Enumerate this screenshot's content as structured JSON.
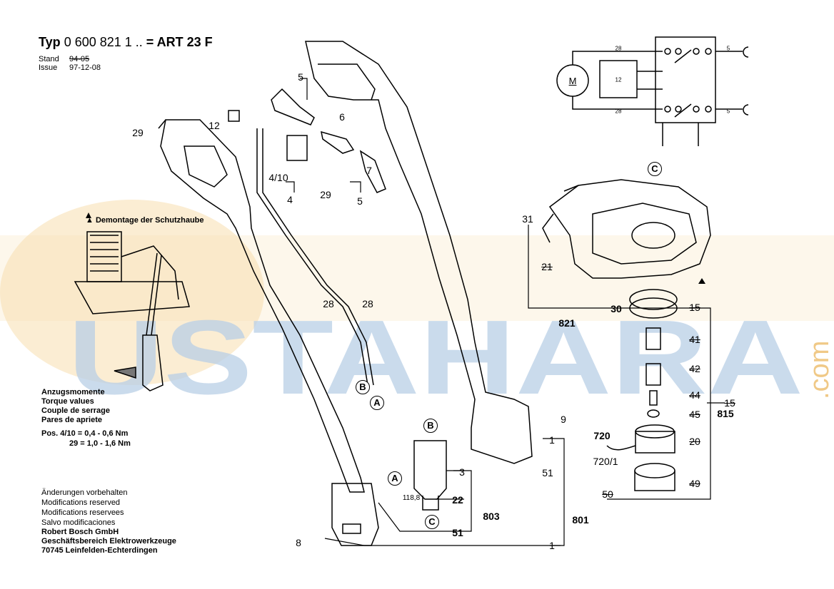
{
  "header": {
    "title_prefix": "Typ",
    "part_number": "0 600 821 1 ..",
    "model": "= ART 23 F",
    "stand_label": "Stand",
    "issue_label": "Issue",
    "stand_value": "94-05",
    "issue_value": "97-12-08"
  },
  "demontage": "▲ Demontage der Schutzhaube",
  "torque": {
    "lines": [
      "Anzugsmomente",
      "Torque values",
      "Couple de serrage",
      "Pares de apriete"
    ],
    "pos1": "Pos. 4/10 = 0,4 - 0,6 Nm",
    "pos2": "29 = 1,0 - 1,6 Nm"
  },
  "footer": {
    "lines": [
      "Änderungen vorbehalten",
      "Modifications reserved",
      "Modifications reservees",
      "Salvo modificaciones"
    ],
    "company": [
      "Robert Bosch GmbH",
      "Geschäftsbereich Elektrowerkzeuge",
      "70745 Leinfelden-Echterdingen"
    ]
  },
  "watermark": {
    "text": "USTAHARA",
    "suffix": ".com"
  },
  "circuit": {
    "motor": "M",
    "box": "12",
    "top": "28",
    "bottom": "28",
    "right_top": "5",
    "right_bottom": "5"
  },
  "labels": {
    "p29a": "29",
    "p12": "12",
    "p5a": "5",
    "p6": "6",
    "p7": "7",
    "p4_10": "4/10",
    "p29b": "29",
    "p4": "4",
    "p5b": "5",
    "p28": "28",
    "p28b": "28",
    "p31": "31",
    "p21": "21",
    "p30": "30",
    "p821": "821",
    "p15": "15",
    "p41": "41",
    "p42": "42",
    "p44": "44",
    "p45": "45",
    "p815": "815",
    "p15b": "15",
    "p720": "720",
    "p20": "20",
    "p720_1": "720/1",
    "p49": "49",
    "p50": "50",
    "p9": "9",
    "p1a": "1",
    "p3": "3",
    "p51a": "51",
    "p22": "22",
    "p803": "803",
    "p118": "118,8",
    "p801": "801",
    "p51b": "51",
    "p8": "8",
    "p1b": "1"
  },
  "markers": {
    "A": "A",
    "B": "B",
    "C": "C"
  },
  "colors": {
    "watermark_blue": "#b9cfe6",
    "watermark_orange": "#f7dfae"
  }
}
